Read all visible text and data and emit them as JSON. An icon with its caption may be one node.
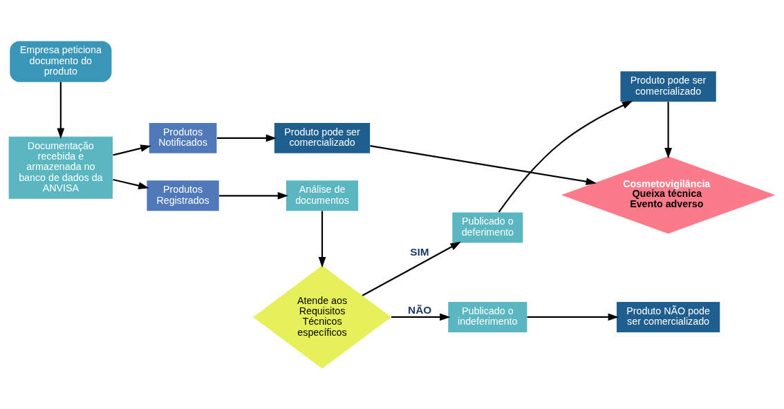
{
  "diagram": {
    "nodes": [
      {
        "text": [
          "Empresa peticiona documento do produto"
        ]
      },
      {
        "text": [
          "Documentação recebida e armazenada no banco de dados da ANVISA"
        ]
      },
      {
        "text": [
          "Produtos Notificados"
        ]
      },
      {
        "text": [
          "Produto pode ser comercializado"
        ]
      },
      {
        "text": [
          "Cosmetovigilância",
          "Queixa técnica",
          "Evento adverso"
        ]
      },
      {
        "text": [
          "Produtos Registrados"
        ]
      },
      {
        "text": [
          "Análise de documentos"
        ]
      },
      {
        "text": [
          "Atende aos Requisitos Técnicos específicos"
        ]
      },
      {
        "text": [
          "Publicado o deferimento"
        ]
      },
      {
        "text": [
          "Produto pode ser comercializado"
        ]
      },
      {
        "text": [
          "Publicado o indeferimento"
        ]
      },
      {
        "text": [
          "Produto NÃO pode ser comercializado"
        ]
      }
    ],
    "edges": [
      {
        "from": 0,
        "to": 1,
        "arrow": "to"
      },
      {
        "from": 1,
        "to": 2,
        "arrow": "to"
      },
      {
        "from": 1,
        "to": 5,
        "arrow": "to"
      },
      {
        "from": 2,
        "to": 3,
        "arrow": "to"
      },
      {
        "from": 3,
        "to": 4,
        "arrow": "to"
      },
      {
        "from": 5,
        "to": 6,
        "arrow": "to"
      },
      {
        "from": 6,
        "to": 7,
        "arrow": "to"
      },
      {
        "from": 7,
        "to": 8,
        "arrow": "to",
        "label": "SIM"
      },
      {
        "from": 8,
        "to": 9,
        "arrow": "to"
      },
      {
        "from": 9,
        "to": 4,
        "arrow": "to"
      },
      {
        "from": 7,
        "to": 10,
        "arrow": "to",
        "label": "NÃO"
      },
      {
        "from": 10,
        "to": 11,
        "arrow": "to"
      }
    ]
  }
}
